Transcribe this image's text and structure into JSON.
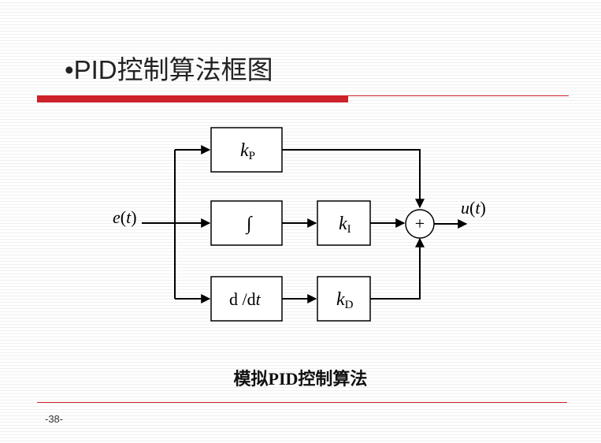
{
  "slide": {
    "bullet": "•",
    "title": "PID控制算法框图",
    "caption": "模拟PID控制算法",
    "page_number": "-38-",
    "accent_color": "#cc2229"
  },
  "diagram": {
    "input": {
      "var": "e",
      "open": "(",
      "arg": "t",
      "close": ")"
    },
    "output": {
      "var": "u",
      "open": "(",
      "arg": "t",
      "close": ")"
    },
    "blocks": {
      "kp": {
        "k": "k",
        "sub": "P"
      },
      "integral": {
        "symbol": "∫"
      },
      "ki": {
        "k": "k",
        "sub": "I"
      },
      "derivative": {
        "prefix": "d /d",
        "var": "t"
      },
      "kd": {
        "k": "k",
        "sub": "D"
      }
    },
    "summer": {
      "symbol": "+"
    }
  }
}
